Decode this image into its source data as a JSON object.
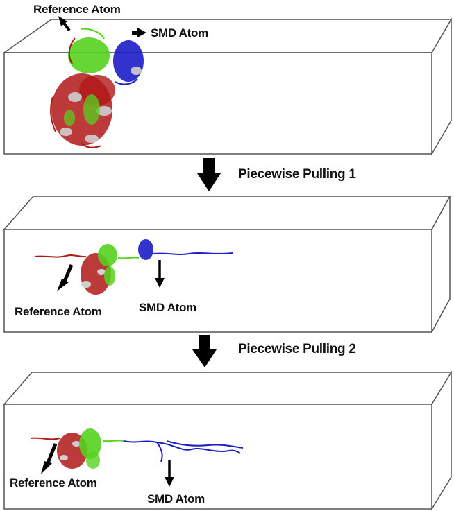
{
  "colors": {
    "box_stroke": "#555555",
    "box_fill": "#ffffff",
    "arrow": "#000000",
    "protein_domain_1": "#b01818",
    "protein_domain_2": "#55d21e",
    "protein_domain_3": "#1c1cc8",
    "helix_grey": "#cfcfcf"
  },
  "panels": [
    {
      "state": "initial",
      "reference_label": "Reference Atom",
      "smd_label": "SMD Atom"
    },
    {
      "state": "after-pulling-1",
      "reference_label": "Reference Atom",
      "smd_label": "SMD Atom"
    },
    {
      "state": "after-pulling-2",
      "reference_label": "Reference Atom",
      "smd_label": "SMD Atom"
    }
  ],
  "steps": [
    {
      "label": "Piecewise Pulling 1",
      "icon": "down-arrow-icon"
    },
    {
      "label": "Piecewise Pulling 2",
      "icon": "down-arrow-icon"
    }
  ]
}
